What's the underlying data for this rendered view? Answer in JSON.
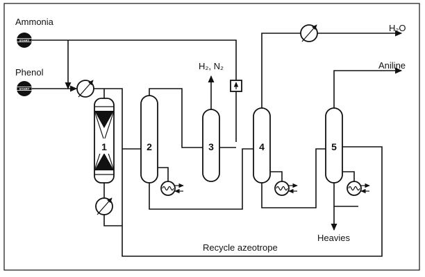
{
  "feeds": {
    "ammonia": "Ammonia",
    "phenol": "Phenol",
    "start_badge": "START"
  },
  "outputs": {
    "hydrogen_nitrogen": "H₂, N₂",
    "water": "H₂O",
    "aniline": "Aniline",
    "heavies": "Heavies",
    "recycle": "Recycle azeotrope"
  },
  "units": [
    "1",
    "2",
    "3",
    "4",
    "5"
  ]
}
